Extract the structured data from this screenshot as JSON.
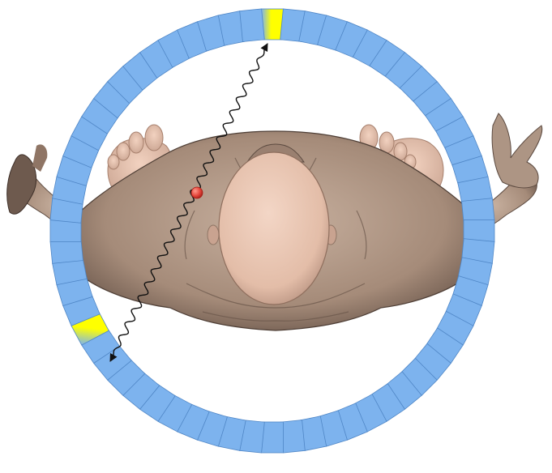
{
  "figure": {
    "detector_ring": {
      "detector_count": 64,
      "highlighted_detectors": [
        0,
        43
      ],
      "detector_color": "#7db3ee",
      "detector_stroke": "#4f86c6",
      "highlight_colors": [
        "#ffff00",
        "#7db3ee"
      ]
    },
    "annihilation_point_color": "#e5463c",
    "photon_path_color": "#111111",
    "body_skin_color": "#ad9584",
    "body_shadow_color": "#5c4a40",
    "head_color": "#e9c7b4"
  }
}
